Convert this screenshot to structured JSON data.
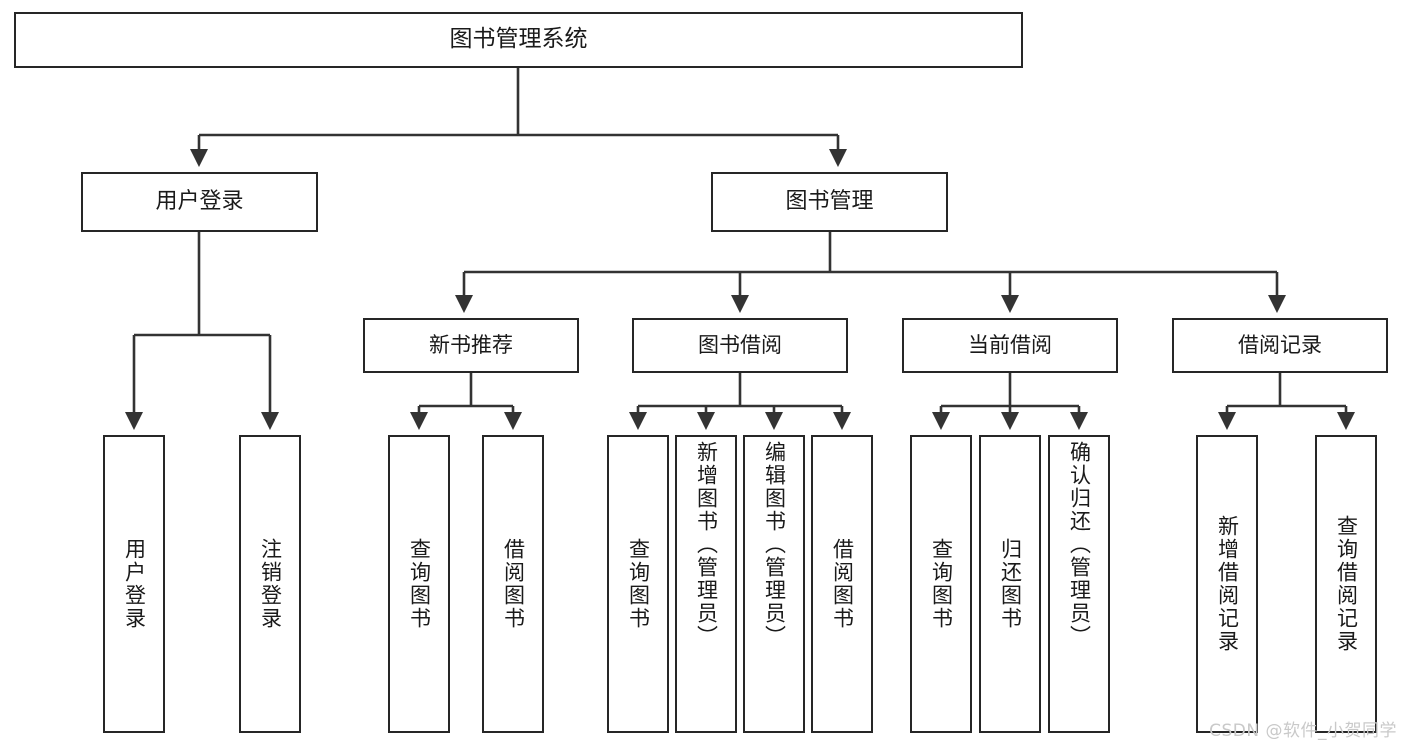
{
  "diagram": {
    "title": "图书管理系统",
    "type": "tree",
    "watermark": "CSDN @软件_小贺同学",
    "colors": {
      "box_border": "#262626",
      "box_fill": "#ffffff",
      "edge": "#333333",
      "text": "#1a1a1a",
      "watermark": "#c9c9c9"
    },
    "root": {
      "label": "图书管理系统"
    },
    "level1": [
      {
        "id": "user-login",
        "label": "用户登录"
      },
      {
        "id": "book-manage",
        "label": "图书管理"
      }
    ],
    "level2": [
      {
        "id": "new-book-recommend",
        "label": "新书推荐",
        "parent": "book-manage"
      },
      {
        "id": "book-borrow",
        "label": "图书借阅",
        "parent": "book-manage"
      },
      {
        "id": "current-borrow",
        "label": "当前借阅",
        "parent": "book-manage"
      },
      {
        "id": "borrow-record",
        "label": "借阅记录",
        "parent": "book-manage"
      }
    ],
    "leaves": [
      {
        "id": "leaf-user-login",
        "label": "用户登录",
        "parent": "user-login"
      },
      {
        "id": "leaf-logout",
        "label": "注销登录",
        "parent": "user-login"
      },
      {
        "id": "leaf-query-book-1",
        "label": "查询图书",
        "parent": "new-book-recommend"
      },
      {
        "id": "leaf-borrow-book-1",
        "label": "借阅图书",
        "parent": "new-book-recommend"
      },
      {
        "id": "leaf-query-book-2",
        "label": "查询图书",
        "parent": "book-borrow"
      },
      {
        "id": "leaf-add-book",
        "label": "新增图书（管理员）",
        "parent": "book-borrow"
      },
      {
        "id": "leaf-edit-book",
        "label": "编辑图书（管理员）",
        "parent": "book-borrow"
      },
      {
        "id": "leaf-borrow-book-2",
        "label": "借阅图书",
        "parent": "book-borrow"
      },
      {
        "id": "leaf-query-book-3",
        "label": "查询图书",
        "parent": "current-borrow"
      },
      {
        "id": "leaf-return-book",
        "label": "归还图书",
        "parent": "current-borrow"
      },
      {
        "id": "leaf-confirm-return",
        "label": "确认归还（管理员）",
        "parent": "current-borrow"
      },
      {
        "id": "leaf-add-record",
        "label": "新增借阅记录",
        "parent": "borrow-record"
      },
      {
        "id": "leaf-query-record",
        "label": "查询借阅记录",
        "parent": "borrow-record"
      }
    ]
  }
}
